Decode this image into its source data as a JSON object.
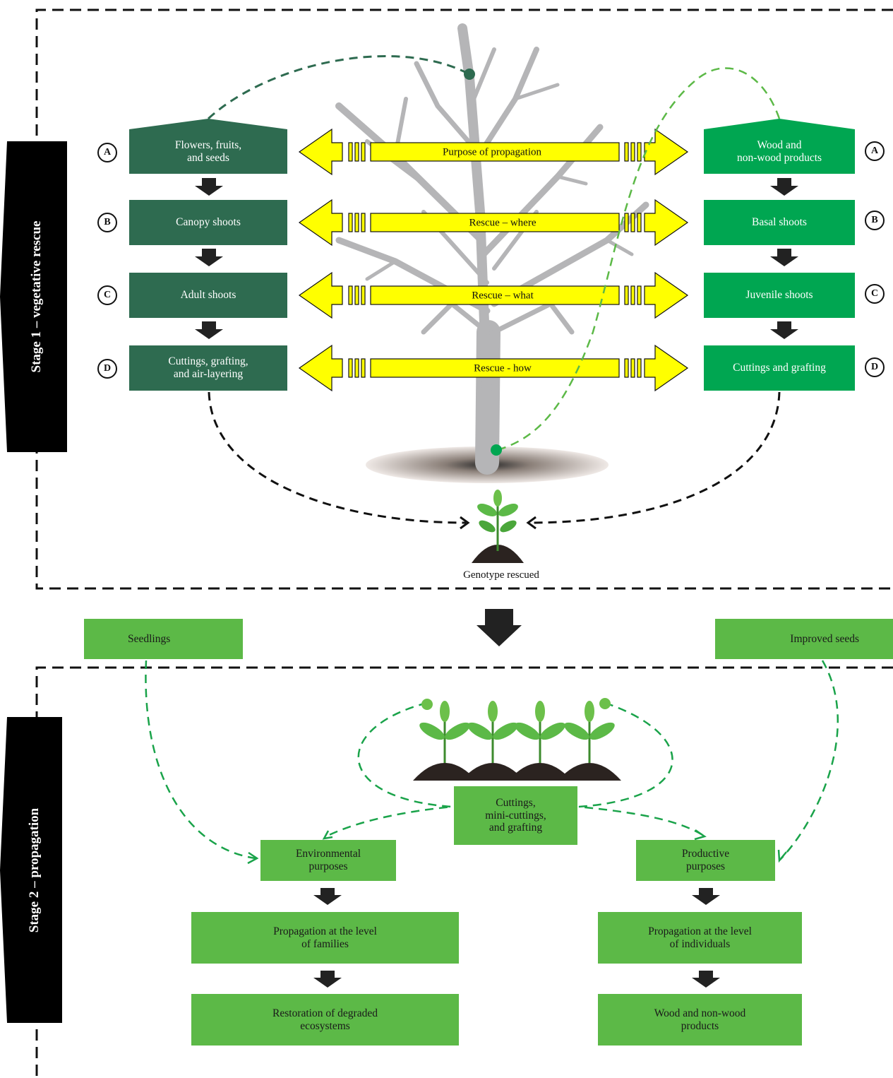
{
  "stages": {
    "stage1": "Stage 1 – vegetative rescue",
    "stage2": "Stage 2 – propagation"
  },
  "arrows": {
    "purpose": "Purpose of propagation",
    "where": "Rescue – where",
    "what": "Rescue – what",
    "how": "Rescue - how"
  },
  "left_chain": {
    "a": "Flowers, fruits,\nand seeds",
    "b": "Canopy shoots",
    "c": "Adult shoots",
    "d": "Cuttings, grafting,\nand air-layering"
  },
  "right_chain": {
    "a": "Wood and\nnon-wood products",
    "b": "Basal shoots",
    "c": "Juvenile shoots",
    "d": "Cuttings and grafting"
  },
  "markers": {
    "a": "A",
    "b": "B",
    "c": "C",
    "d": "D"
  },
  "genotype": "Genotype rescued",
  "seedlings": "Seedlings",
  "improved_seeds": "Improved seeds",
  "cuttings": "Cuttings,\nmini-cuttings,\nand grafting",
  "env": "Environmental\npurposes",
  "prod": "Productive\npurposes",
  "prop_families": "Propagation at the level\nof families",
  "prop_individuals": "Propagation at the level\nof individuals",
  "restoration": "Restoration of degraded\necosystems",
  "wood_products": "Wood and non-wood\nproducts",
  "colors": {
    "dark_green": "#2e6b50",
    "bright_green": "#00a651",
    "light_green": "#5cb947",
    "yellow": "#ffff00",
    "tree_gray": "#b5b5b7"
  }
}
